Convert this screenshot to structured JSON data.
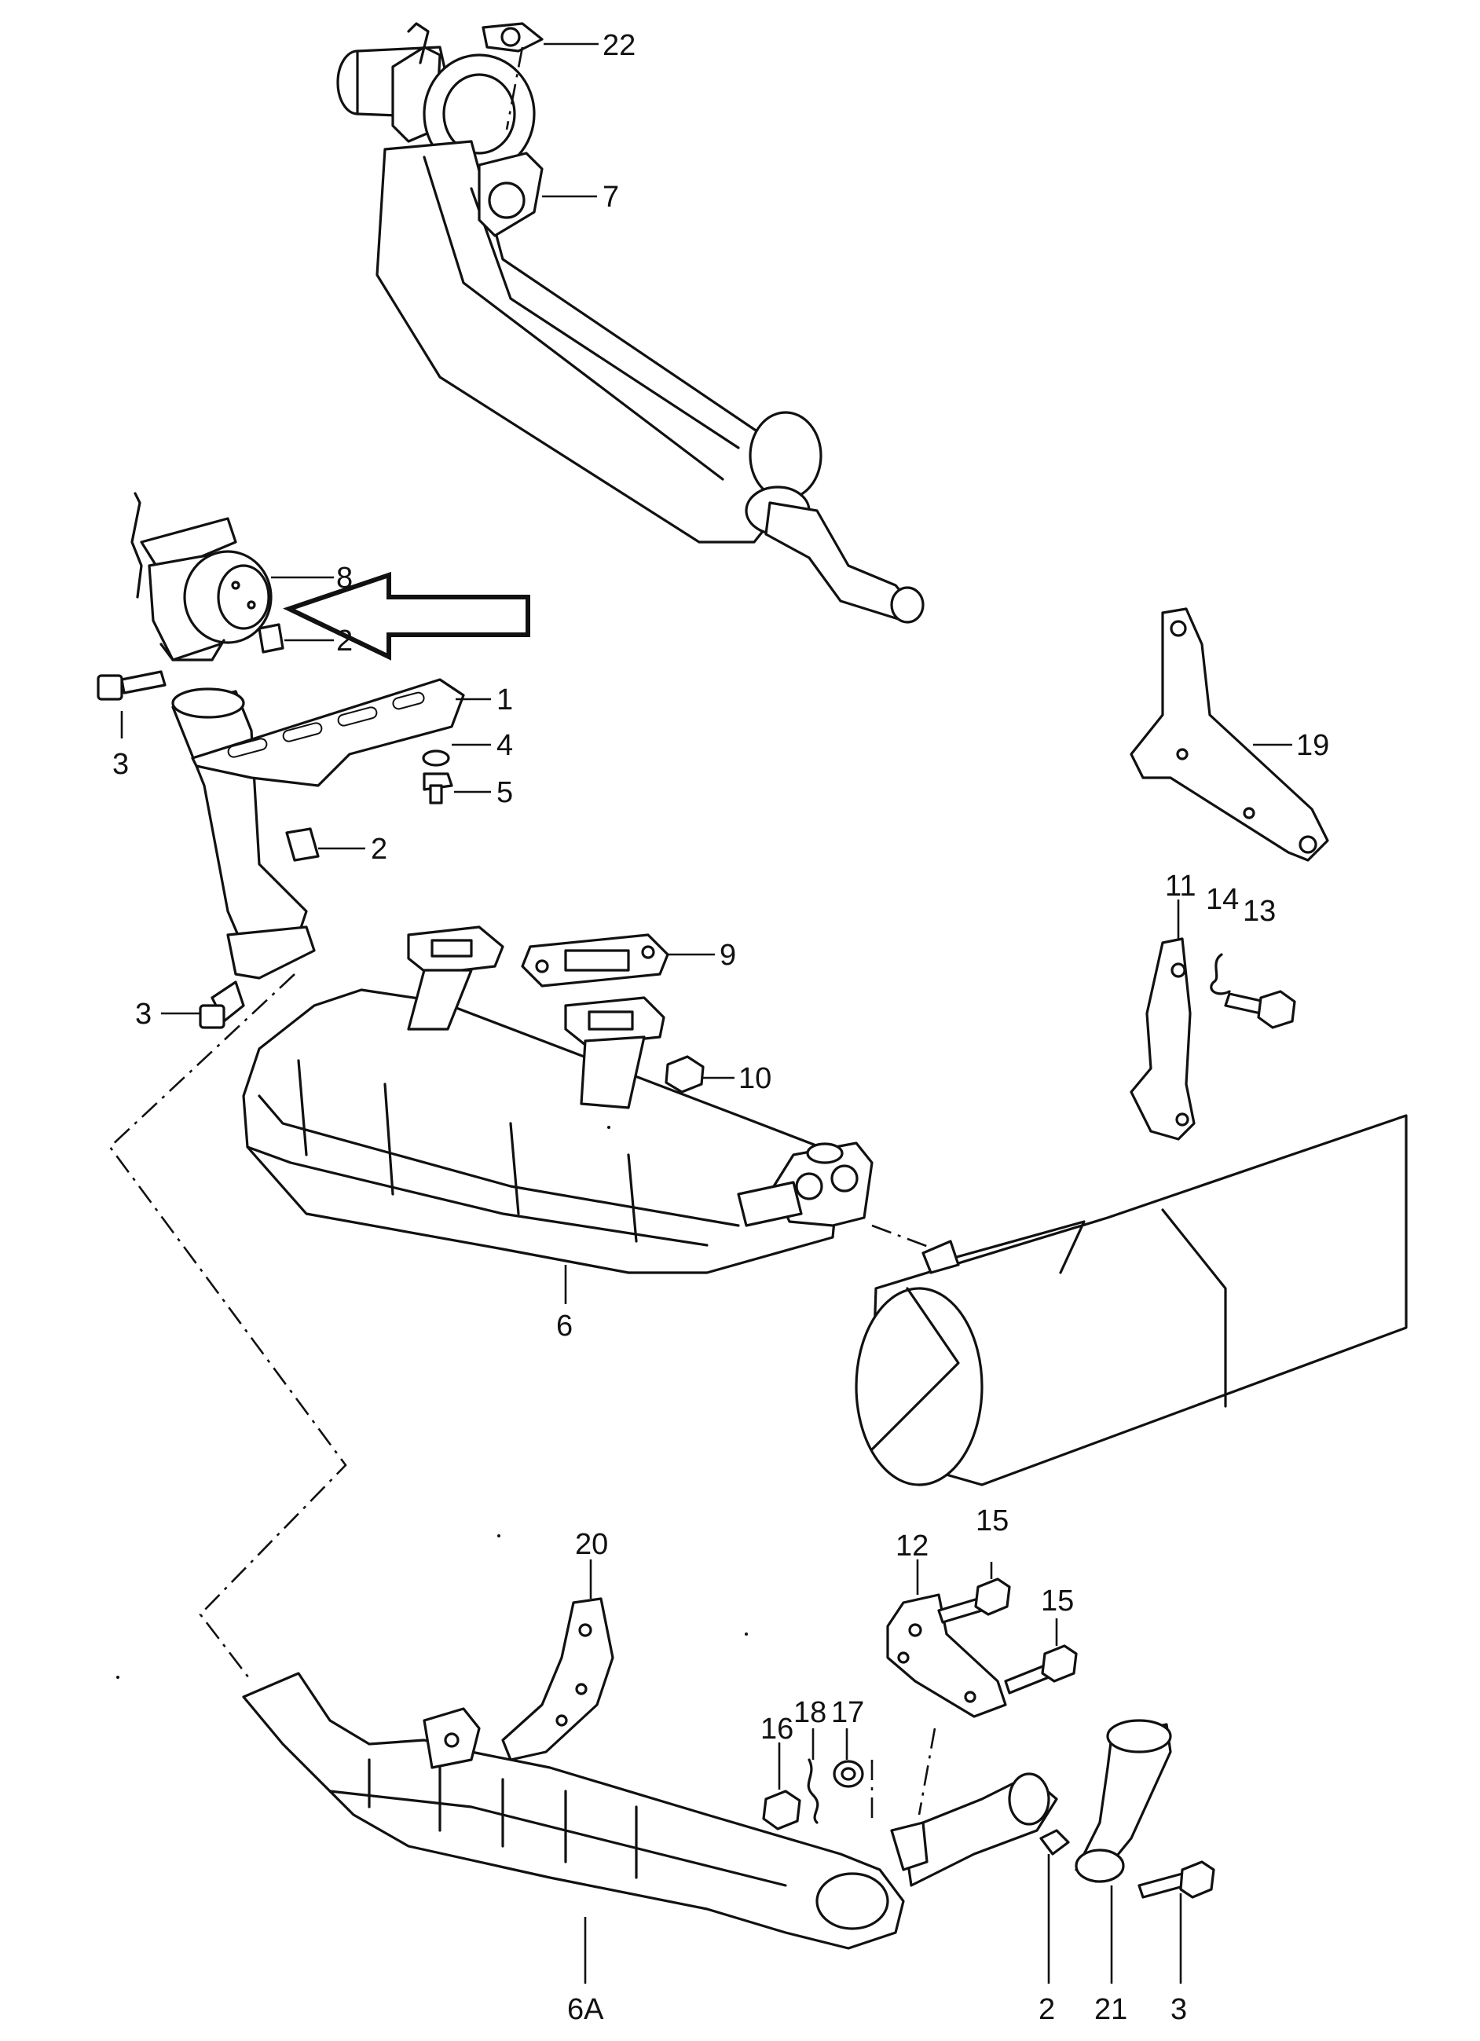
{
  "callouts": {
    "c22": "22",
    "c7": "7",
    "c8": "8",
    "c2a": "2",
    "c1": "1",
    "c3a": "3",
    "c4": "4",
    "c5": "5",
    "c2b": "2",
    "c9": "9",
    "c3b": "3",
    "c10": "10",
    "c6": "6",
    "c19": "19",
    "c11": "11",
    "c14": "14",
    "c13": "13",
    "c20": "20",
    "c12": "12",
    "c15a": "15",
    "c15b": "15",
    "c16": "16",
    "c18": "18",
    "c17": "17",
    "c6A": "6A",
    "c2c": "2",
    "c21": "21",
    "c3c": "3"
  },
  "colors": {
    "line": "#111111",
    "background": "#ffffff"
  }
}
